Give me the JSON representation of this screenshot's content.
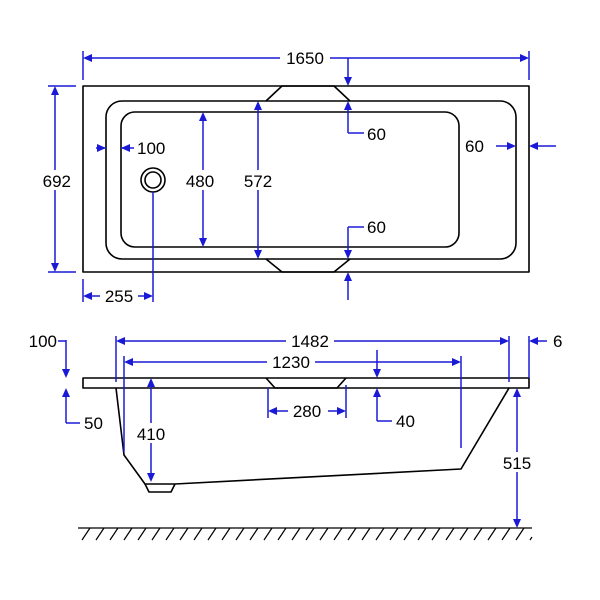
{
  "colors": {
    "dimension": "#1a1ad6",
    "outline": "#000000",
    "background": "#ffffff"
  },
  "top_view": {
    "overall_length": "1650",
    "overall_width": "692",
    "waste_offset": "100",
    "inner_width": "480",
    "grip_span": "572",
    "grip_depth_top": "60",
    "rim_right": "60",
    "grip_depth_bottom": "60",
    "waste_position": "255"
  },
  "side_view": {
    "rim_left_cut": "100",
    "rim_right_cut": "6",
    "top_length": "1482",
    "base_length": "1230",
    "rim_thickness": "50",
    "depth": "410",
    "grip_length": "280",
    "grip_height": "40",
    "overall_height": "515"
  }
}
